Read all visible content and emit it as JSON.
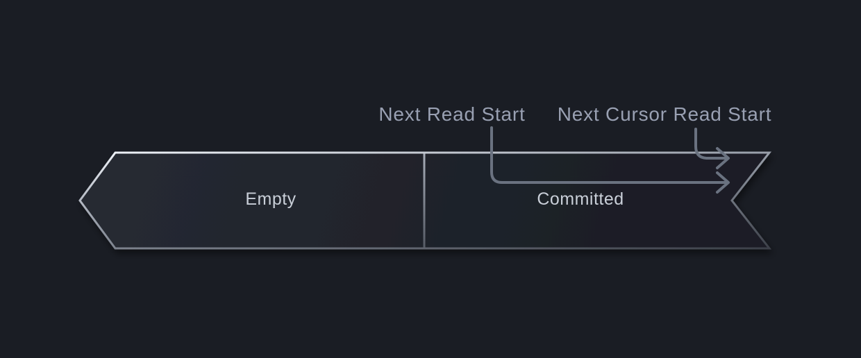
{
  "canvas": {
    "background": "#1a1d24"
  },
  "diagram": {
    "annotations": [
      {
        "label": "Next Read Start"
      },
      {
        "label": "Next Cursor Read Start"
      }
    ],
    "annotation_text_color": "#99a0b2",
    "arrow_color": "#6a7280",
    "band": {
      "segments": [
        {
          "label": "Empty"
        },
        {
          "label": "Committed"
        }
      ],
      "segment_label_color": "#c9cfd8",
      "fill_start": "#262a32",
      "fill_end": "#1b1e26",
      "edge_color_top_left": "#edf1f7",
      "edge_color_upper_mid": "#9ba1ac",
      "edge_color_lower_mid": "#7b818c",
      "edge_color_bottom_right": "#3d414a",
      "divider_top_color": "#a8aeb9",
      "divider_bottom_color": "#565b65"
    }
  }
}
